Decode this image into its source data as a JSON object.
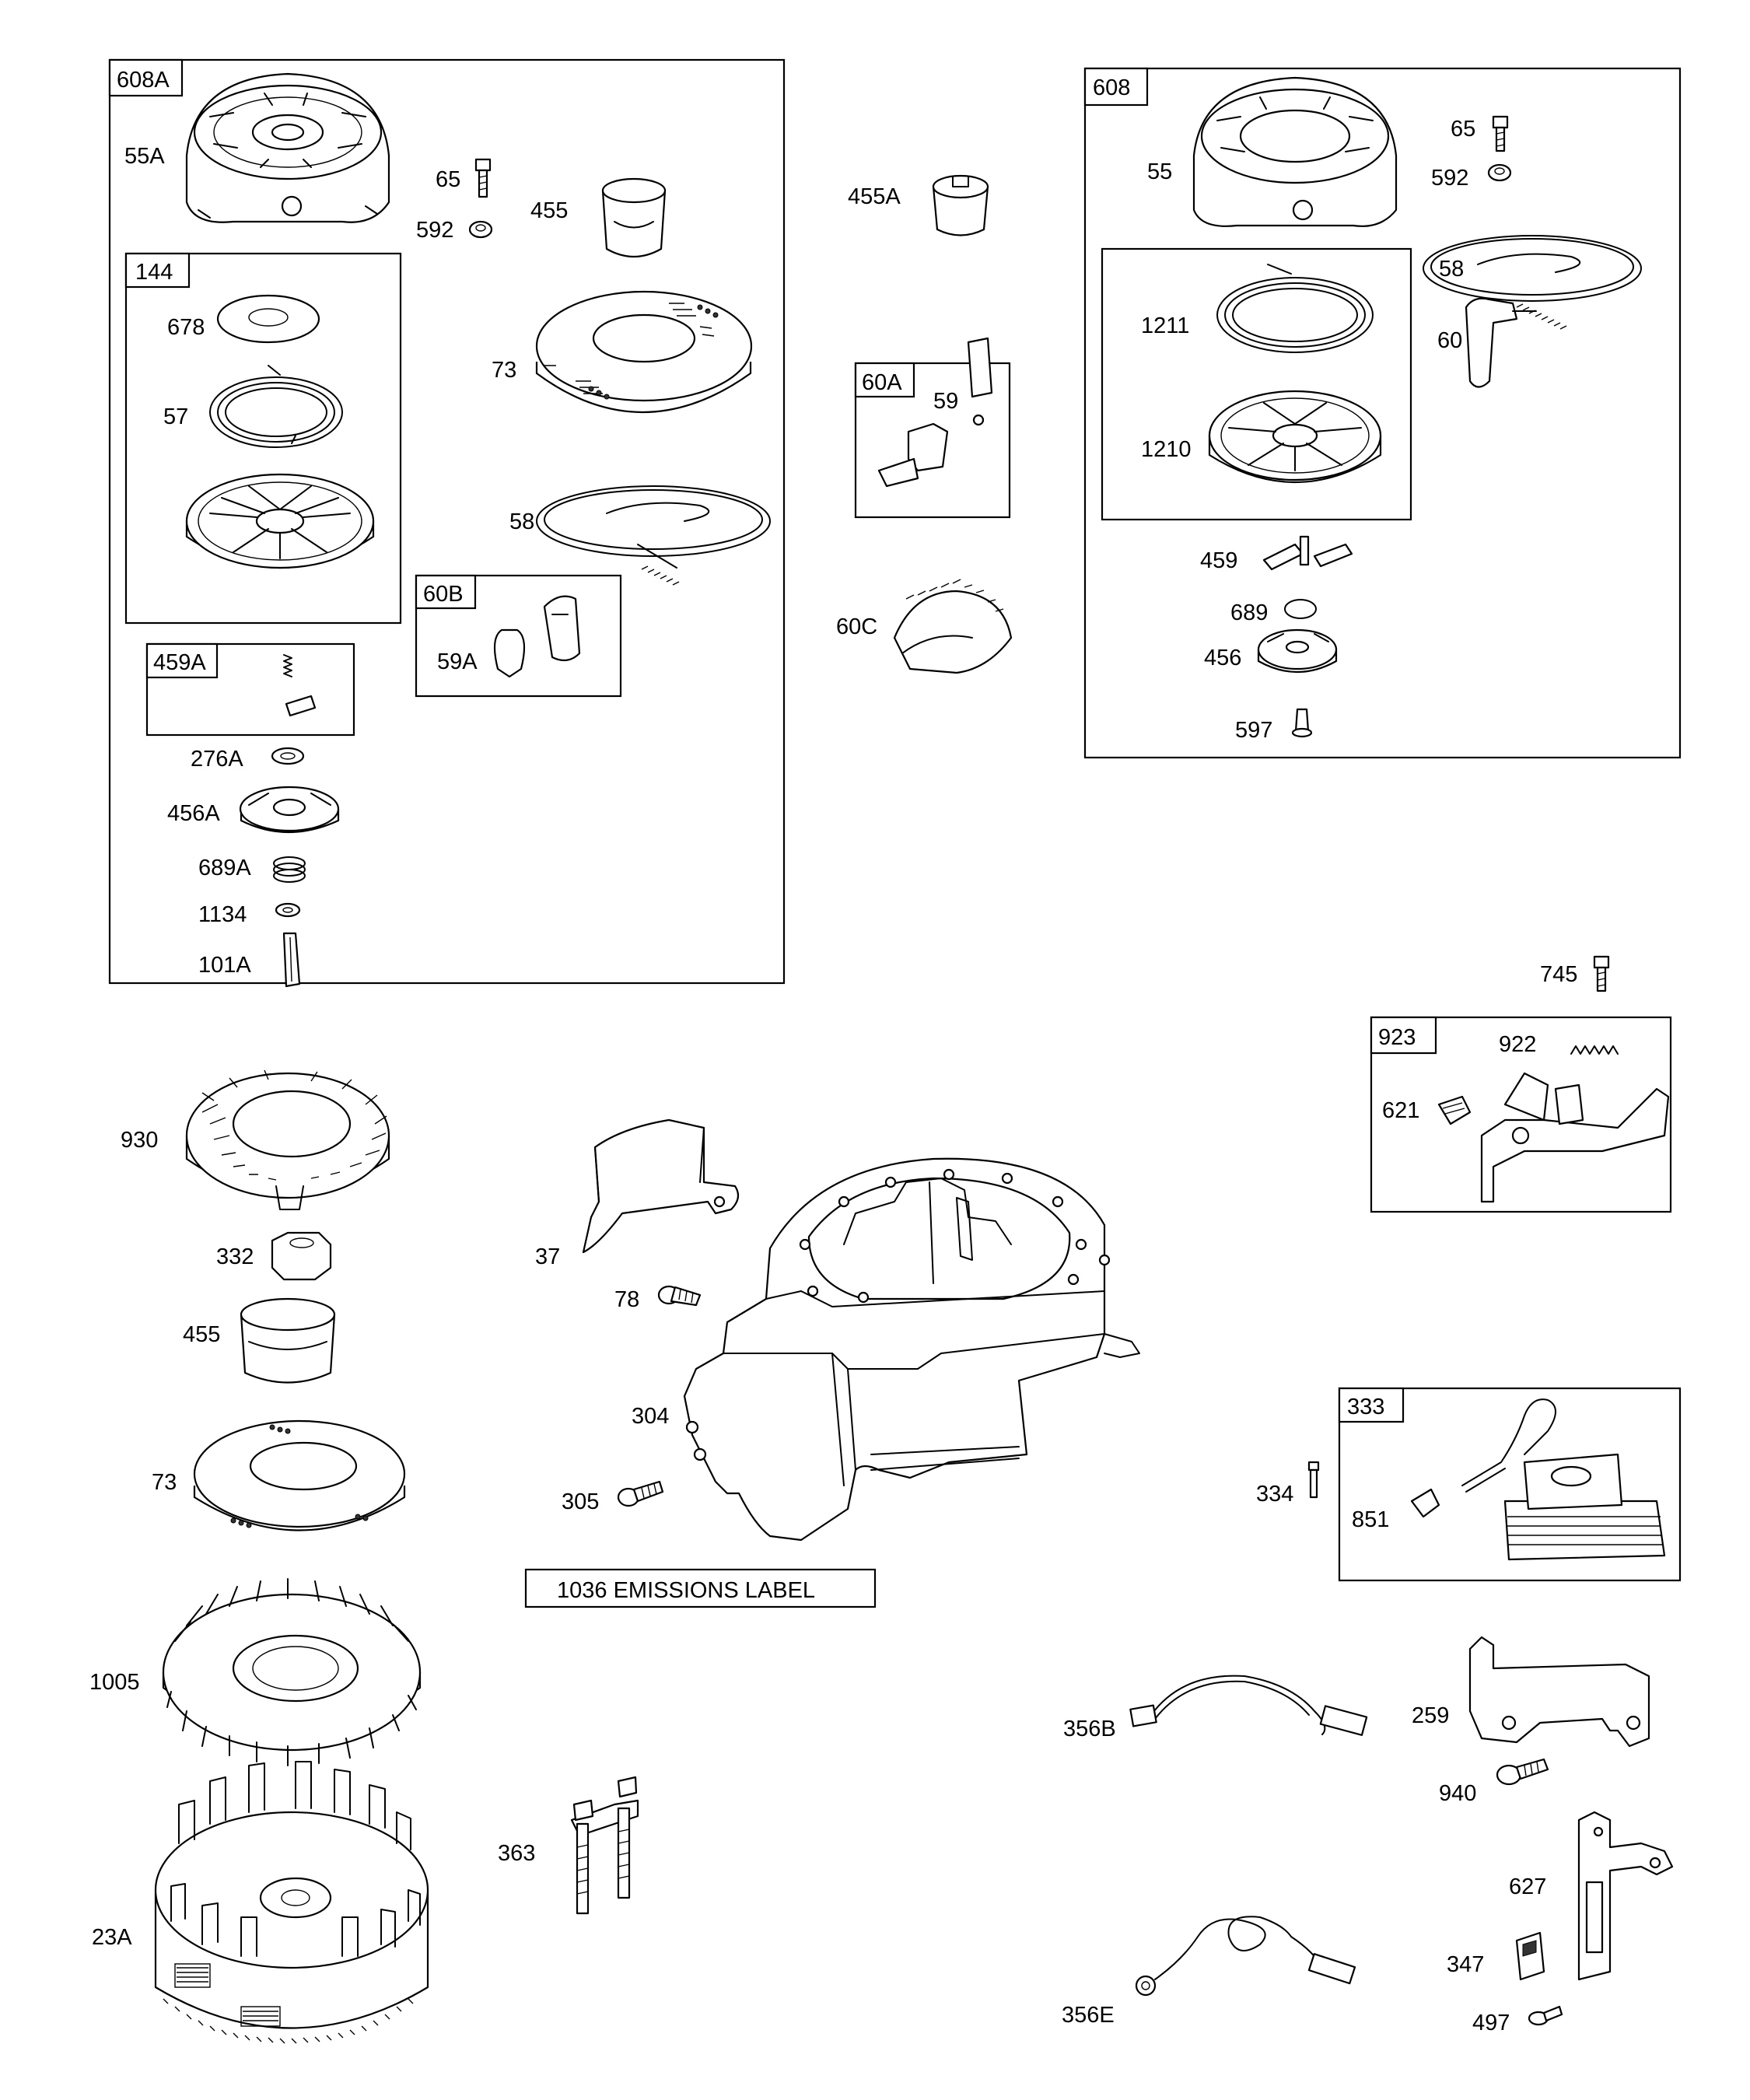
{
  "diagram": {
    "groups": [
      {
        "id": "608A",
        "label": "608A"
      },
      {
        "id": "144",
        "label": "144"
      },
      {
        "id": "459A",
        "label": "459A"
      },
      {
        "id": "60B",
        "label": "60B"
      },
      {
        "id": "60A",
        "label": "60A"
      },
      {
        "id": "608",
        "label": "608"
      },
      {
        "id": "923",
        "label": "923"
      },
      {
        "id": "333",
        "label": "333"
      }
    ],
    "parts": [
      "55A",
      "65",
      "592",
      "455",
      "678",
      "57",
      "73",
      "58",
      "59A",
      "276A",
      "456A",
      "689A",
      "1134",
      "101A",
      "455A",
      "59",
      "60C",
      "55",
      "65",
      "592",
      "1211",
      "58",
      "60",
      "1210",
      "459",
      "689",
      "456",
      "597",
      "745",
      "922",
      "621",
      "930",
      "332",
      "455",
      "73",
      "1005",
      "23A",
      "37",
      "78",
      "304",
      "305",
      "363",
      "334",
      "851",
      "356B",
      "259",
      "940",
      "627",
      "356E",
      "347",
      "497"
    ],
    "emissions_label": "1036 EMISSIONS LABEL"
  }
}
